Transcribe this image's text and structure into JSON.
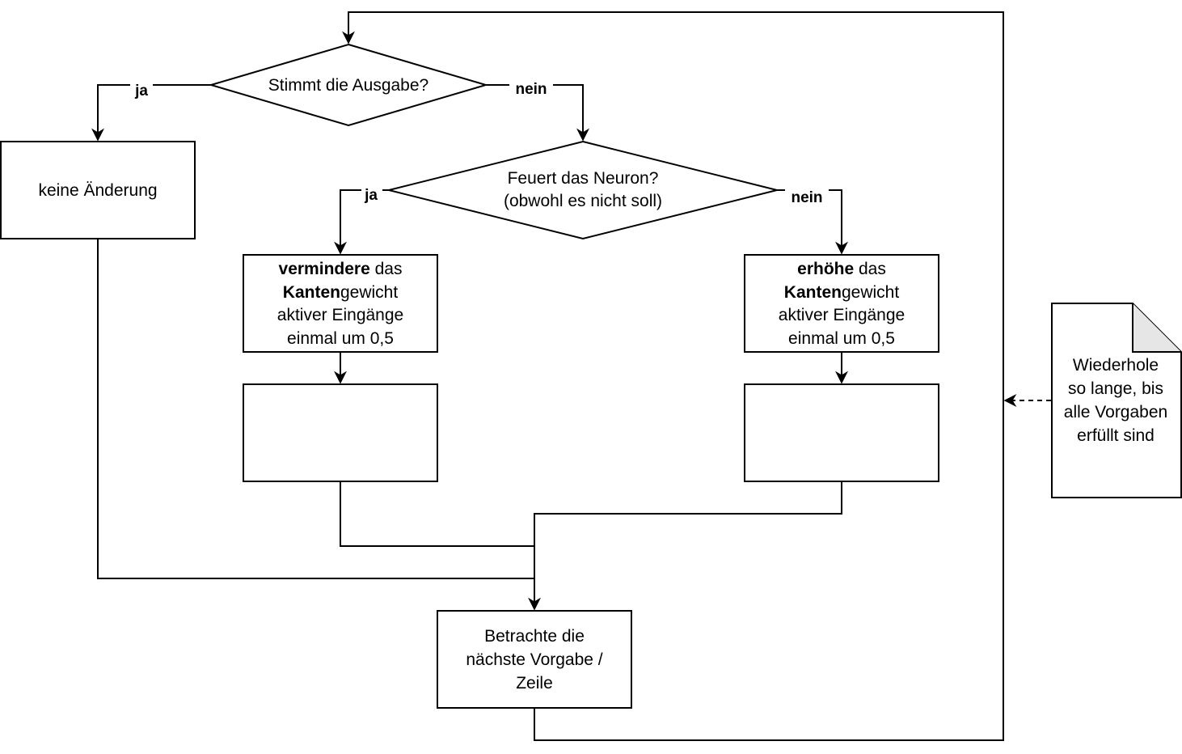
{
  "colors": {
    "stroke": "#000000",
    "fill": "#ffffff",
    "text": "#000000",
    "note_fold": "#e6e6e6"
  },
  "nodes": {
    "decision_output": {
      "text": "Stimmt die Ausgabe?"
    },
    "no_change": {
      "text": "keine Änderung"
    },
    "decision_fire": {
      "line1": "Feuert das Neuron?",
      "line2": "(obwohl es nicht soll)"
    },
    "decrease": {
      "line1_bold": "vermindere",
      "line1_rest": " das",
      "line2_bold": "Kanten",
      "line2_rest": "gewicht",
      "line3": "aktiver Eingänge",
      "line4": "einmal um 0,5"
    },
    "increase": {
      "line1_bold": "erhöhe",
      "line1_rest": " das",
      "line2_bold": "Kanten",
      "line2_rest": "gewicht",
      "line3": "aktiver Eingänge",
      "line4": "einmal um 0,5"
    },
    "next_row": {
      "line1": "Betrachte die",
      "line2": "nächste Vorgabe /",
      "line3": "Zeile"
    },
    "note": {
      "line1": "Wiederhole",
      "line2": "so lange, bis",
      "line3": "alle Vorgaben",
      "line4": "erfüllt sind"
    }
  },
  "edge_labels": {
    "output_yes": "ja",
    "output_no": "nein",
    "fire_yes": "ja",
    "fire_no": "nein"
  }
}
